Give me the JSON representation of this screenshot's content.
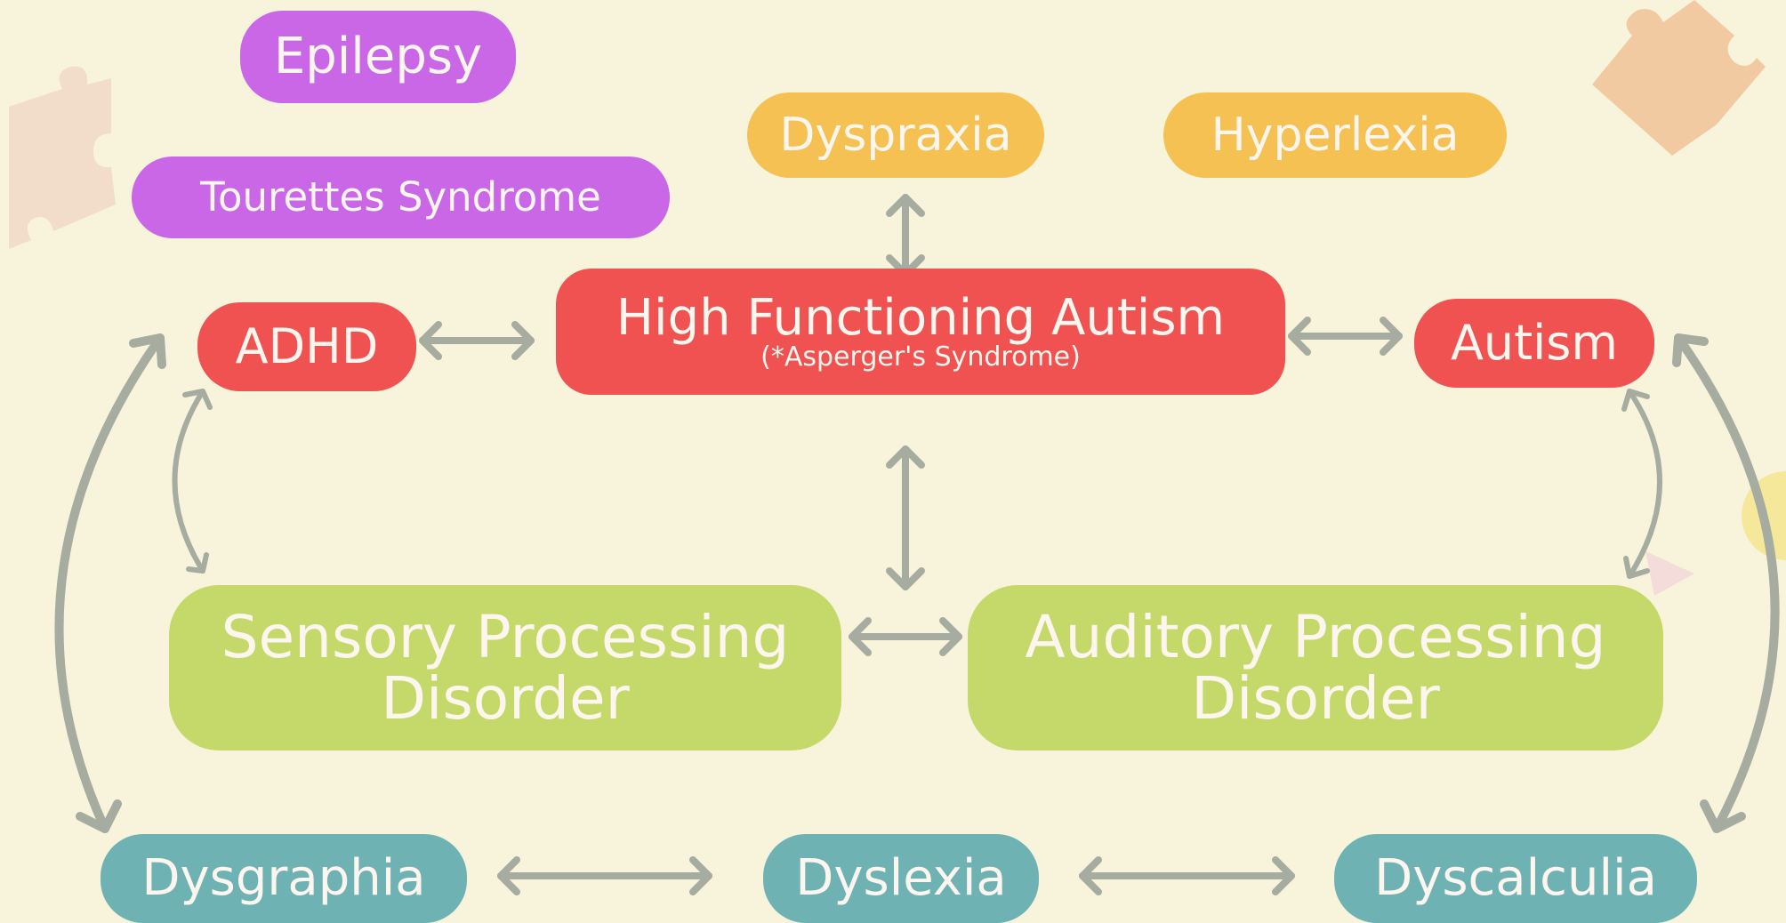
{
  "nodes": {
    "epilepsy": "Epilepsy",
    "tourettes": "Tourettes Syndrome",
    "dyspraxia": "Dyspraxia",
    "hyperlexia": "Hyperlexia",
    "adhd": "ADHD",
    "hfa": "High Functioning Autism",
    "hfa_sub": "(*Asperger's Syndrome)",
    "autism": "Autism",
    "spd_line1": "Sensory Processing",
    "spd_line2": "Disorder",
    "apd_line1": "Auditory Processing",
    "apd_line2": "Disorder",
    "dysgraphia": "Dysgraphia",
    "dyslexia": "Dyslexia",
    "dyscalculia": "Dyscalculia"
  },
  "colors": {
    "background": "#f8f4dc",
    "purple": "#c967e6",
    "orange": "#f4c152",
    "red": "#ef5250",
    "green": "#c4d96a",
    "teal": "#6eb2b4",
    "arrow": "#a6aca0"
  },
  "icons": [
    "puzzle-piece-icon"
  ]
}
